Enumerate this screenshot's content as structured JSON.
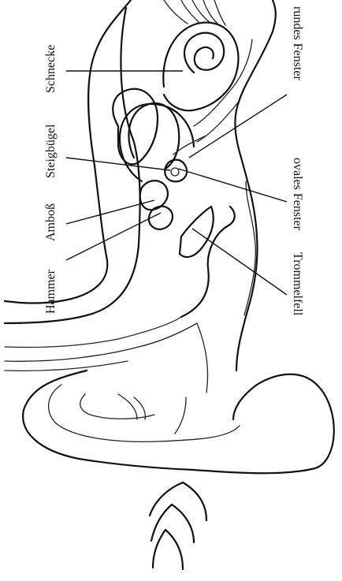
{
  "labels": {
    "schnecke": "Schnecke",
    "steigbuegel": "Steigbügel",
    "amboss": "Amboß",
    "hammer": "Hammer",
    "rundes_fenster": "rundes Fenster",
    "ovales_fenster": "ovales Fenster",
    "trommelfell": "Trommelfell"
  },
  "colors": {
    "ink": "#111111",
    "paper": "#ffffff"
  }
}
